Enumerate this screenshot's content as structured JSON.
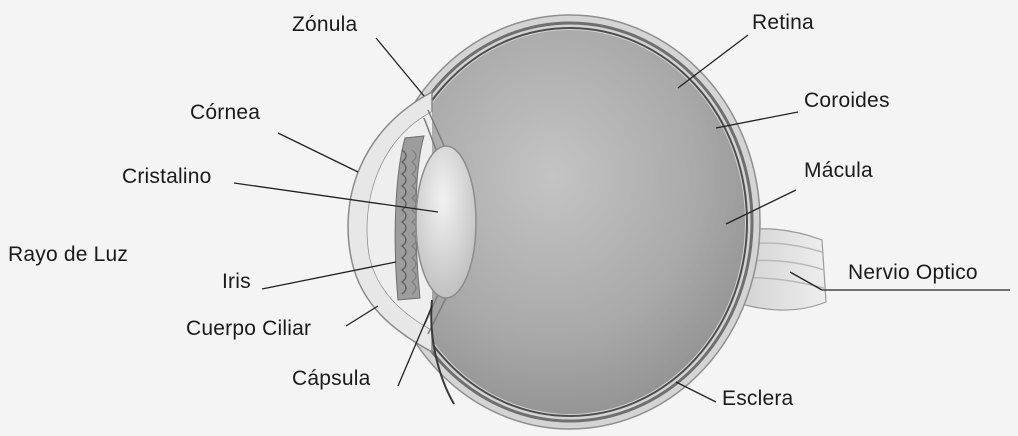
{
  "labels": {
    "zonula": "Zónula",
    "retina": "Retina",
    "cornea": "Córnea",
    "coroides": "Coroides",
    "cristalino": "Cristalino",
    "macula": "Mácula",
    "rayo_de_luz": "Rayo de Luz",
    "nervio_optico": "Nervio Optico",
    "iris": "Iris",
    "cuerpo_ciliar": "Cuerpo Ciliar",
    "capsula": "Cápsula",
    "esclera": "Esclera"
  },
  "colors": {
    "background": "#f4f4f4",
    "sclera": "#d2d2d2",
    "vitreous": "#a8a8a8",
    "lens": "#dcdcdc",
    "label_text": "#1a1a1a"
  }
}
